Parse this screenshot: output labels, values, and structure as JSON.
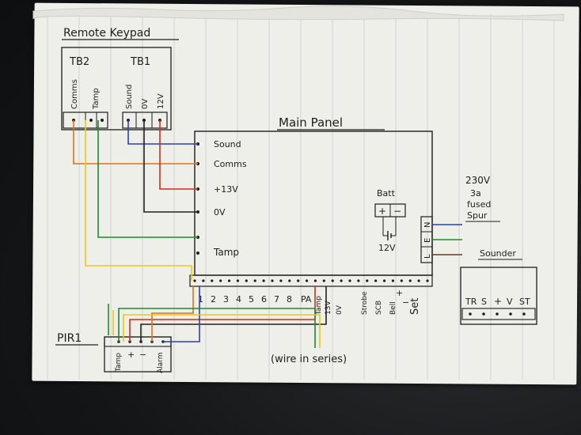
{
  "keypad": {
    "title": "Remote Keypad",
    "tb2_label": "TB2",
    "tb1_label": "TB1",
    "tb2_terminals": [
      "Comms",
      "Tamp"
    ],
    "tb1_terminals": [
      "Sound",
      "0V",
      "12V"
    ]
  },
  "panel": {
    "title": "Main Panel",
    "left_terminals": [
      "Sound",
      "Comms",
      "+13V",
      "0V",
      "Tamp"
    ],
    "battery_label": "Batt",
    "battery_voltage": "12V",
    "battery_plus": "+",
    "battery_minus": "−",
    "mains_terminals": [
      "N",
      "E",
      "L"
    ],
    "bottom_labels": [
      "1",
      "2",
      "3",
      "4",
      "5",
      "6",
      "7",
      "8",
      "PA",
      "Tamp",
      "13V",
      "0V",
      "Strobe",
      "SCB",
      "Bell",
      "+",
      "−",
      "Set"
    ]
  },
  "mains": {
    "text_line1": "230V",
    "text_line2": "3a",
    "text_line3": "fused",
    "text_line4": "Spur"
  },
  "sounder": {
    "title": "Sounder",
    "terminals": [
      "TR",
      "S",
      "+",
      "V",
      "ST"
    ]
  },
  "pir": {
    "title": "PIR1",
    "terminals": [
      "Tamp",
      "+",
      "−",
      "Alarm"
    ]
  },
  "note": "(wire in series)",
  "colors": {
    "blue": "#2a3fbf",
    "orange": "#e0701a",
    "red": "#d62a1e",
    "black": "#202020",
    "green": "#1e8a2e",
    "yellow": "#e8c622",
    "brown": "#6b3a1e"
  }
}
